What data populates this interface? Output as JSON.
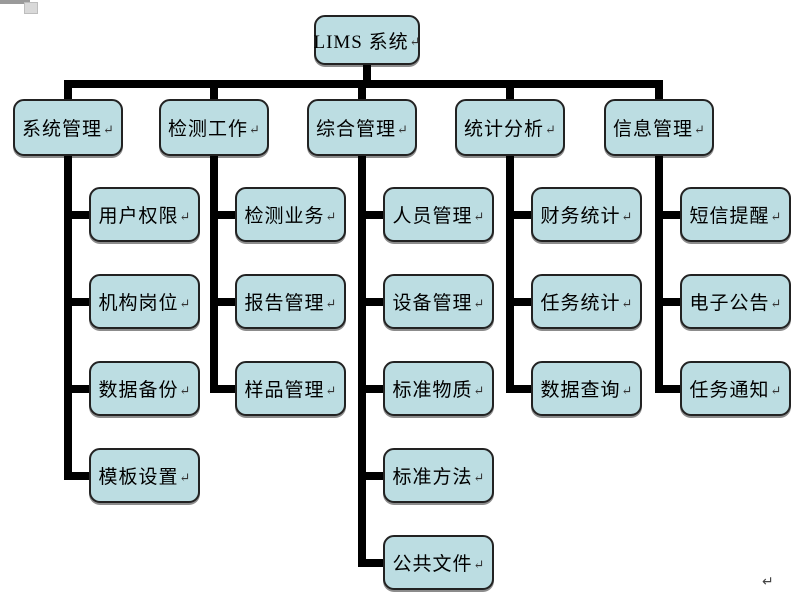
{
  "diagram": {
    "title": "LIMS organization chart",
    "return_mark": "↵",
    "stray_mark": "↵",
    "root": {
      "name": "node-lims-system",
      "label": "LIMS 系统"
    },
    "groups": [
      {
        "name": "node-system-management",
        "label": "系统管理",
        "children": [
          {
            "name": "node-user-permissions",
            "label": "用户权限"
          },
          {
            "name": "node-org-positions",
            "label": "机构岗位"
          },
          {
            "name": "node-data-backup",
            "label": "数据备份"
          },
          {
            "name": "node-template-settings",
            "label": "模板设置"
          }
        ]
      },
      {
        "name": "node-testing-work",
        "label": "检测工作",
        "children": [
          {
            "name": "node-testing-business",
            "label": "检测业务"
          },
          {
            "name": "node-report-management",
            "label": "报告管理"
          },
          {
            "name": "node-sample-management",
            "label": "样品管理"
          }
        ]
      },
      {
        "name": "node-comprehensive-management",
        "label": "综合管理",
        "children": [
          {
            "name": "node-personnel-management",
            "label": "人员管理"
          },
          {
            "name": "node-equipment-management",
            "label": "设备管理"
          },
          {
            "name": "node-standard-substances",
            "label": "标准物质"
          },
          {
            "name": "node-standard-methods",
            "label": "标准方法"
          },
          {
            "name": "node-public-files",
            "label": "公共文件"
          }
        ]
      },
      {
        "name": "node-statistics-analysis",
        "label": "统计分析",
        "children": [
          {
            "name": "node-financial-statistics",
            "label": "财务统计"
          },
          {
            "name": "node-task-statistics",
            "label": "任务统计"
          },
          {
            "name": "node-data-query",
            "label": "数据查询"
          }
        ]
      },
      {
        "name": "node-information-management",
        "label": "信息管理",
        "children": [
          {
            "name": "node-sms-reminder",
            "label": "短信提醒"
          },
          {
            "name": "node-electronic-bulletin",
            "label": "电子公告"
          },
          {
            "name": "node-task-notification",
            "label": "任务通知"
          }
        ]
      }
    ],
    "colors": {
      "node_fill": "#bcdde2",
      "node_border": "#222222",
      "connector": "#000000",
      "background": "#ffffff"
    }
  }
}
